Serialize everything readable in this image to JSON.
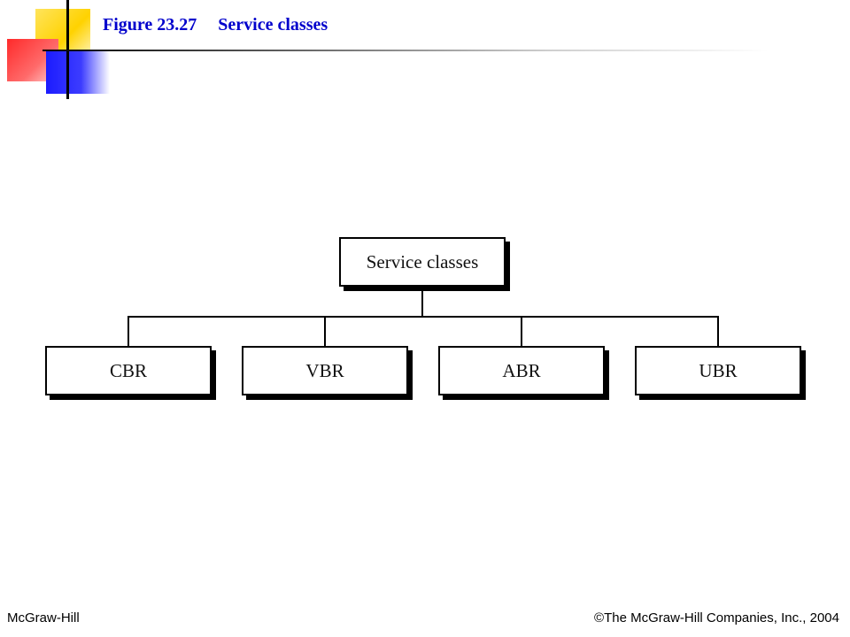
{
  "header": {
    "figure_number": "Figure 23.27",
    "figure_title": "Service classes"
  },
  "diagram": {
    "root": "Service classes",
    "children": [
      "CBR",
      "VBR",
      "ABR",
      "UBR"
    ]
  },
  "footer": {
    "publisher": "McGraw-Hill",
    "copyright": "©The McGraw-Hill Companies, Inc., 2004"
  },
  "colors": {
    "title": "#0000cc",
    "deco_yellow": "#ffd200",
    "deco_red": "#ff2a2a",
    "deco_blue": "#1c1cff"
  }
}
